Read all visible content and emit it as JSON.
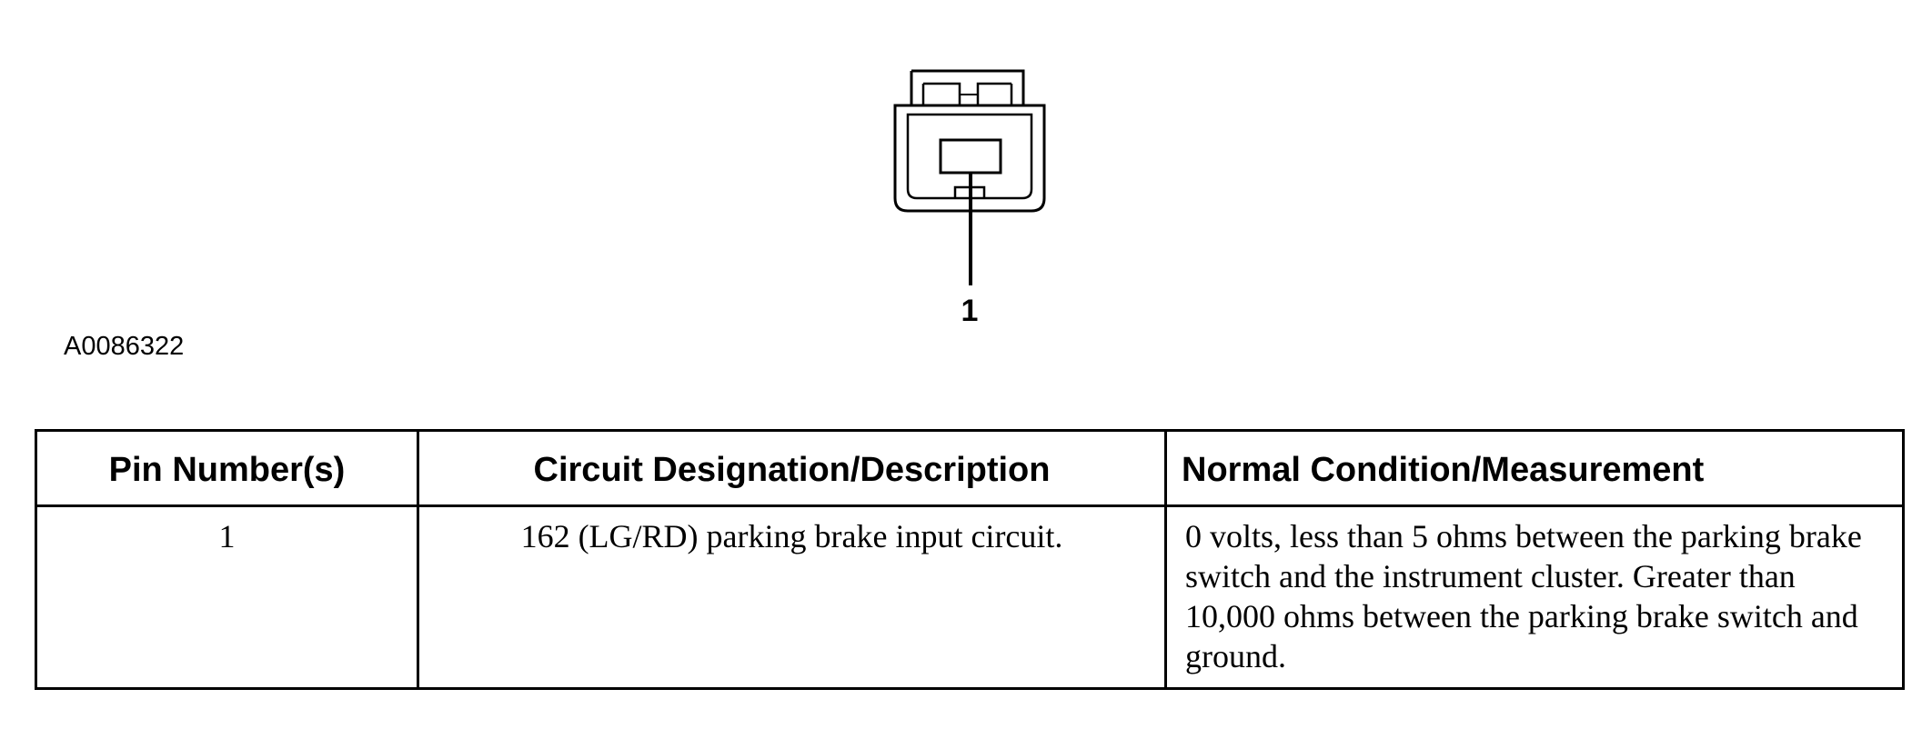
{
  "figure": {
    "callout_label": "1",
    "figure_id": "A0086322",
    "icon": "connector-face-icon"
  },
  "table": {
    "headers": {
      "pin": "Pin Number(s)",
      "circuit": "Circuit Designation/Description",
      "condition": "Normal Condition/Measurement"
    },
    "rows": [
      {
        "pin": "1",
        "circuit": "162 (LG/RD) parking brake input circuit.",
        "condition": "0 volts, less than 5 ohms between the parking brake switch and the instrument cluster. Greater than 10,000 ohms between the parking brake switch and ground."
      }
    ]
  }
}
